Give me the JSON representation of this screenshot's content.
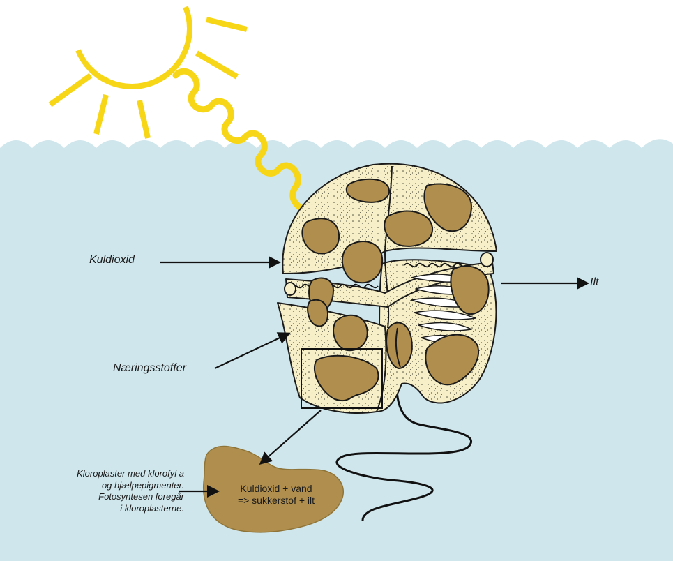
{
  "colors": {
    "water": "#cfe6ec",
    "sun": "#f7d617",
    "cell_body": "#f6efc7",
    "chloroplast": "#b08f4e",
    "outline": "#1a1a1a"
  },
  "icons": [
    "sun-icon",
    "sunlight-wave-icon",
    "dinoflagellate-cell-icon",
    "chloroplast-icon"
  ],
  "labels": {
    "carbon_dioxide": "Kuldioxid",
    "oxygen": "Ilt",
    "nutrients": "Næringsstoffer",
    "chloroplasts": [
      "Kloroplaster med klorofyl a",
      "og hjælpepigmenter.",
      "Fotosyntesen foregår",
      "i kloroplasterne."
    ],
    "formula": [
      "Kuldioxid + vand",
      "=> sukkerstof + ilt"
    ]
  }
}
